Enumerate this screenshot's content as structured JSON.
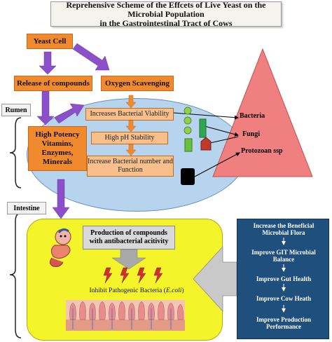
{
  "title": {
    "line1": "Reprehensive Scheme of the Effcets of Live Yeast on the Microbial Population",
    "line2": "in the Gastrointestinal Tract of Cows"
  },
  "nodes": {
    "yeast_cell": "Yeast Cell",
    "release": "Release of compounds",
    "oxygen": "Oxygen Scavenging",
    "high_potency": "High Potency Vitamins, Enzymes, Minerals",
    "viability": "Increases Bacterial Viability",
    "ph": "High pH Stability",
    "bacterial_number": "Increase Bacterial number and Function",
    "production": "Production of compounds with antibacterial acitivity",
    "inhibit_text": "Inhibit Pathogenic Bacteria (",
    "inhibit_italic": "E.coli",
    "inhibit_close": ")"
  },
  "section_labels": {
    "rumen": "Rumen",
    "intestine": "Intestine"
  },
  "pyramid_labels": [
    "Bacteria",
    "Fungi",
    "Protozoan ssp"
  ],
  "benefits": [
    "Increase the Beneficial Microbial Flora",
    "Improve GIT Microbial Balance",
    "Improve Gut Health",
    "Improve Cow Heath",
    "Improve Production Performance"
  ],
  "colors": {
    "orange": "#f1892e",
    "rumen_ellipse": "#b7d4ef",
    "pyramid": "#f08080",
    "intestine": "#f4f42a",
    "benefit_panel": "#1f4f7c",
    "purple_arrow": "#8a4fc9"
  }
}
